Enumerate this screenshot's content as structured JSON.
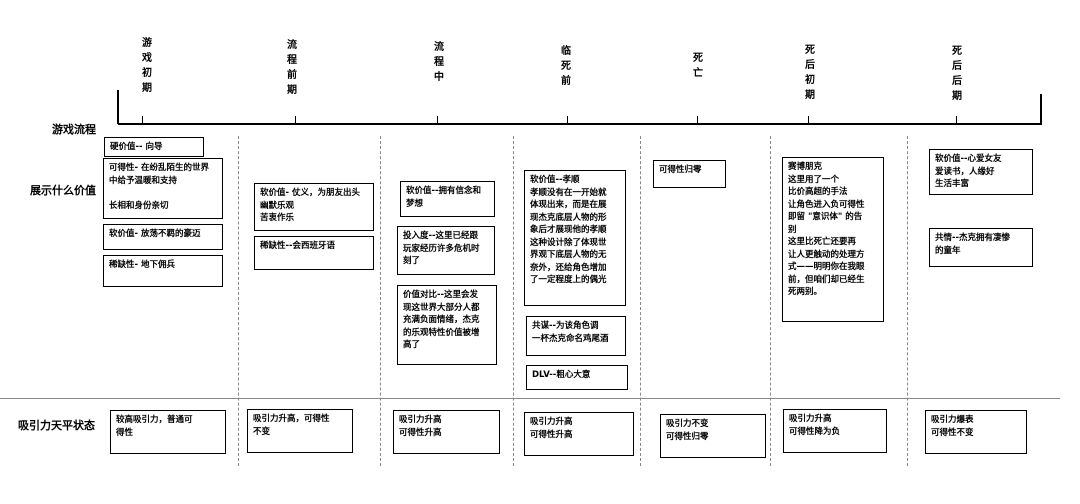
{
  "stages": [
    "游戏初期",
    "流程前期",
    "流程中",
    "临死前",
    "死亡",
    "死后初期",
    "死后后期"
  ],
  "row_labels": {
    "flow": "游戏流程",
    "value": "展示什么价值",
    "balance": "吸引力天平状态"
  },
  "boxes": {
    "c1": {
      "hard": "硬价值-- 向导",
      "avail": "可得性-    在纷乱陌生的世界\n                 中给予温暖和支持\n\n                 长相和身份亲切",
      "soft": "软价值-  放荡不羁的豪迈",
      "scarce": "稀缺性-  地下佣兵",
      "balance": "较高吸引力，普通可\n得性"
    },
    "c2": {
      "soft": "软价值-  仗义，为朋友出头\n               幽默乐观\n               苦衷作乐",
      "scarce": "稀缺性--会西班牙语",
      "balance": "吸引力升高，可得性\n不变"
    },
    "c3": {
      "soft": "软价值--拥有信念和\n梦想",
      "invest": "投入度--这里已经跟\n玩家经历许多危机时\n刻了",
      "contrast": "价值对比--这里会发\n现这世界大部分人都\n充满负面情绪，杰克\n的乐观特性价值被增\n高了",
      "balance": "吸引力升高\n可得性升高"
    },
    "c4": {
      "soft": "软价值--孝顺\n孝顺没有在一开始就\n体现出来，而是在展\n现杰克底层人物的形\n象后才展现他的孝顺\n这种设计除了体现世\n界观下底层人物的无\n奈外，还给角色增加\n了一定程度上的偶光",
      "conspire": "共谋--为该角色调\n一杯杰克命名鸡尾酒",
      "dlv": "DLV--粗心大意",
      "balance": "吸引力升高\n可得性升高"
    },
    "c5": {
      "avail": "可得性归零",
      "balance": "吸引力不变\n可得性归零"
    },
    "c6": {
      "main": "赛博朋克\n这里用了一个\n比价高超的手法\n让角色进入负可得性\n即留 \"意识体\" 的告\n别\n这里比死亡还要再\n让人更触动的处理方\n式——明明你在我眼\n前，但咱们却已经生\n死两别。",
      "balance": "吸引力升高\n可得性降为负"
    },
    "c7": {
      "soft": "软价值--心爱女友\n爱读书，人缘好\n生活丰富",
      "conspire": "共情--杰克拥有凄惨\n的童年",
      "balance": "吸引力爆表\n可得性不变"
    }
  }
}
